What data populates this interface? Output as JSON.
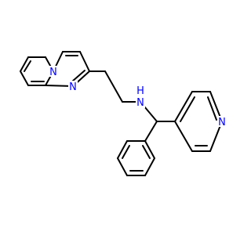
{
  "molecule": {
    "colors": {
      "bond": "#000000",
      "nitrogen": "#0000ff",
      "background": "#ffffff"
    },
    "labels": {
      "N_bridge": "N",
      "N_imine": "N",
      "N_amine": "N",
      "H_amine": "H",
      "N_pyridine": "N"
    }
  }
}
